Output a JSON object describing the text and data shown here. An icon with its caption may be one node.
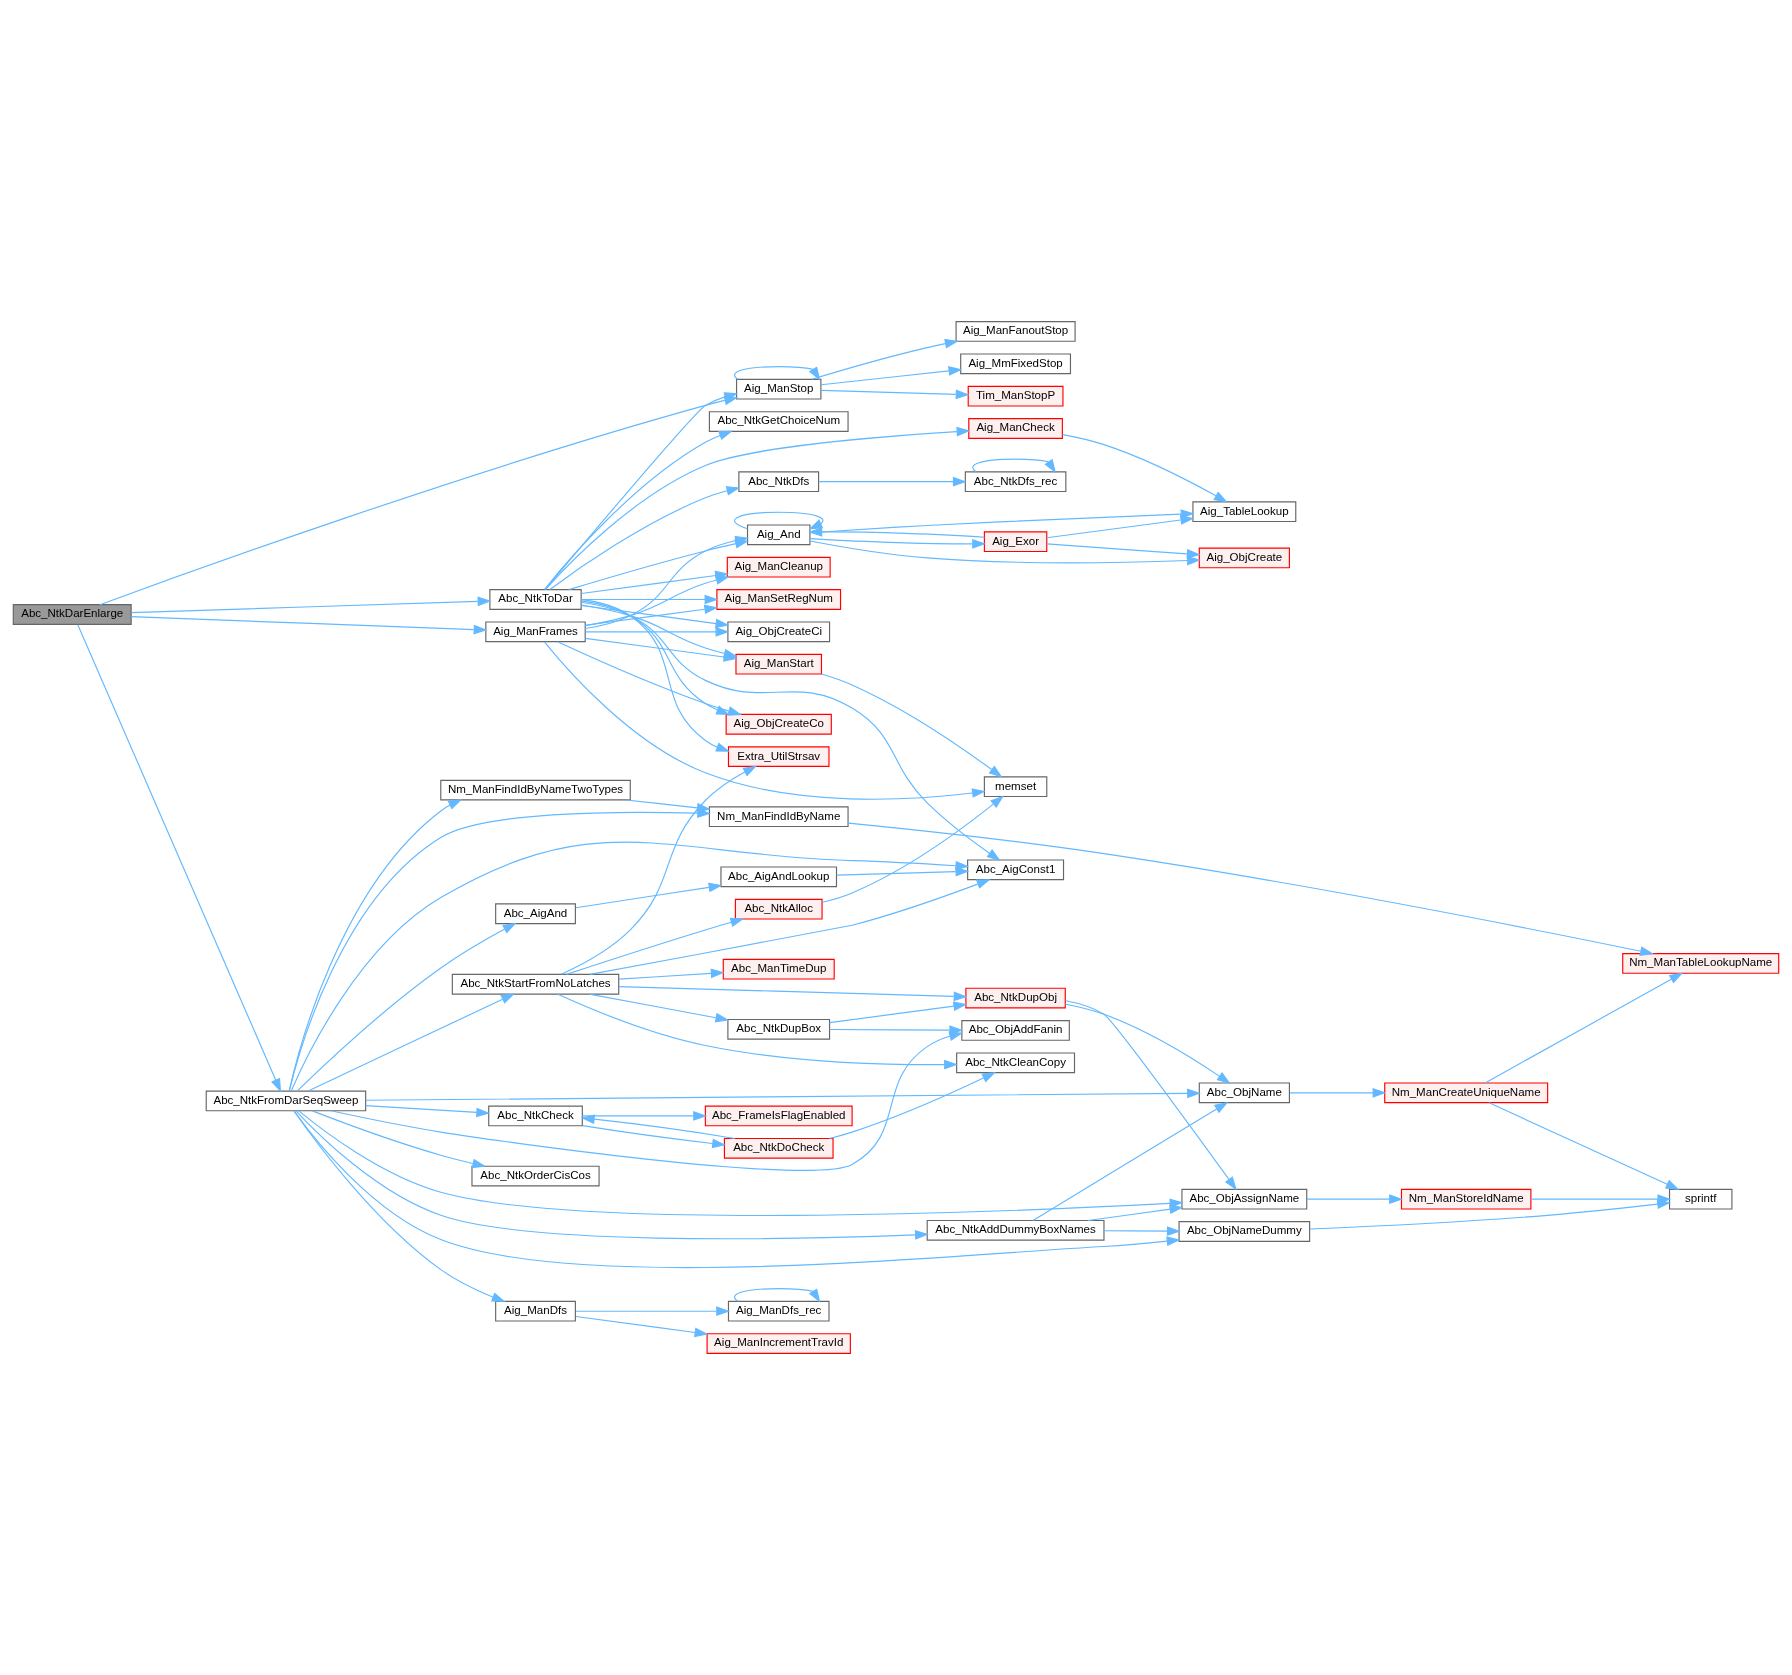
{
  "diagram": {
    "nodes": [
      {
        "text": [
          "Abc_NtkDarEnlarge"
        ]
      },
      {
        "text": [
          "Aig_ManStop"
        ]
      },
      {
        "text": [
          "Abc_NtkToDar"
        ]
      },
      {
        "text": [
          "Aig_ManFrames"
        ]
      },
      {
        "text": [
          "Abc_NtkFromDarSeqSweep"
        ]
      },
      {
        "text": [
          "Aig_ManFanoutStop"
        ]
      },
      {
        "text": [
          "Aig_MmFixedStop"
        ]
      },
      {
        "text": [
          "Tim_ManStopP"
        ]
      },
      {
        "text": [
          "Abc_NtkGetChoiceNum"
        ]
      },
      {
        "text": [
          "Aig_ManCheck"
        ]
      },
      {
        "text": [
          "Abc_NtkDfs"
        ]
      },
      {
        "text": [
          "Abc_NtkDfs_rec"
        ]
      },
      {
        "text": [
          "Aig_TableLookup"
        ]
      },
      {
        "text": [
          "Aig_And"
        ]
      },
      {
        "text": [
          "Aig_Exor"
        ]
      },
      {
        "text": [
          "Aig_ObjCreate"
        ]
      },
      {
        "text": [
          "Aig_ManCleanup"
        ]
      },
      {
        "text": [
          "Aig_ManSetRegNum"
        ]
      },
      {
        "text": [
          "Aig_ObjCreateCi"
        ]
      },
      {
        "text": [
          "Aig_ManStart"
        ]
      },
      {
        "text": [
          "Aig_ObjCreateCo"
        ]
      },
      {
        "text": [
          "memset"
        ]
      },
      {
        "text": [
          "Nm_ManFindIdByNameTwoTypes"
        ]
      },
      {
        "text": [
          "Nm_ManFindIdByName"
        ]
      },
      {
        "text": [
          "Extra_UtilStrsav"
        ]
      },
      {
        "text": [
          "Abc_NtkAlloc"
        ]
      },
      {
        "text": [
          "Abc_AigConst1"
        ]
      },
      {
        "text": [
          "Nm_ManTableLookupName"
        ]
      },
      {
        "text": [
          "Abc_AigAndLookup"
        ]
      },
      {
        "text": [
          "Abc_AigAnd"
        ]
      },
      {
        "text": [
          "Abc_NtkStartFromNoLatches"
        ]
      },
      {
        "text": [
          "Abc_ManTimeDup"
        ]
      },
      {
        "text": [
          "Abc_NtkDupBox"
        ]
      },
      {
        "text": [
          "Abc_NtkDupObj"
        ]
      },
      {
        "text": [
          "Abc_ObjName"
        ]
      },
      {
        "text": [
          "Nm_ManCreateUniqueName"
        ]
      },
      {
        "text": [
          "Abc_NtkCheck"
        ]
      },
      {
        "text": [
          "Abc_FrameIsFlagEnabled"
        ]
      },
      {
        "text": [
          "Abc_NtkCleanCopy"
        ]
      },
      {
        "text": [
          "Abc_NtkDoCheck"
        ]
      },
      {
        "text": [
          "Abc_ObjAddFanin"
        ]
      },
      {
        "text": [
          "Abc_NtkOrderCisCos"
        ]
      },
      {
        "text": [
          "Abc_ObjAssignName"
        ]
      },
      {
        "text": [
          "Nm_ManStoreIdName"
        ]
      },
      {
        "text": [
          "sprintf"
        ]
      },
      {
        "text": [
          "Abc_NtkAddDummyBoxNames"
        ]
      },
      {
        "text": [
          "Abc_ObjNameDummy"
        ]
      },
      {
        "text": [
          "Aig_ManDfs"
        ]
      },
      {
        "text": [
          "Aig_ManDfs_rec"
        ]
      },
      {
        "text": [
          "Aig_ManIncrementTravId"
        ]
      }
    ],
    "edges": [
      {
        "from": 0,
        "to": 1,
        "arrow": "to"
      },
      {
        "from": 0,
        "to": 2,
        "arrow": "to"
      },
      {
        "from": 0,
        "to": 3,
        "arrow": "to"
      },
      {
        "from": 0,
        "to": 4,
        "arrow": "to"
      },
      {
        "from": 1,
        "to": 1,
        "arrow": "to"
      },
      {
        "from": 1,
        "to": 5,
        "arrow": "to"
      },
      {
        "from": 1,
        "to": 6,
        "arrow": "to"
      },
      {
        "from": 1,
        "to": 7,
        "arrow": "to"
      },
      {
        "from": 2,
        "to": 1,
        "arrow": "to"
      },
      {
        "from": 2,
        "to": 8,
        "arrow": "to"
      },
      {
        "from": 2,
        "to": 9,
        "arrow": "to"
      },
      {
        "from": 2,
        "to": 10,
        "arrow": "to"
      },
      {
        "from": 2,
        "to": 13,
        "arrow": "to"
      },
      {
        "from": 2,
        "to": 26,
        "arrow": "to"
      },
      {
        "from": 2,
        "to": 16,
        "arrow": "to"
      },
      {
        "from": 2,
        "to": 17,
        "arrow": "to"
      },
      {
        "from": 2,
        "to": 18,
        "arrow": "to"
      },
      {
        "from": 2,
        "to": 19,
        "arrow": "to"
      },
      {
        "from": 2,
        "to": 20,
        "arrow": "to"
      },
      {
        "from": 2,
        "to": 24,
        "arrow": "to"
      },
      {
        "from": 9,
        "to": 12,
        "arrow": "to"
      },
      {
        "from": 10,
        "to": 11,
        "arrow": "to"
      },
      {
        "from": 11,
        "to": 11,
        "arrow": "to"
      },
      {
        "from": 13,
        "to": 13,
        "arrow": "to"
      },
      {
        "from": 13,
        "to": 12,
        "arrow": "to"
      },
      {
        "from": 13,
        "to": 14,
        "arrow": "to"
      },
      {
        "from": 13,
        "to": 15,
        "arrow": "to"
      },
      {
        "from": 14,
        "to": 13,
        "arrow": "to"
      },
      {
        "from": 14,
        "to": 12,
        "arrow": "to"
      },
      {
        "from": 14,
        "to": 15,
        "arrow": "to"
      },
      {
        "from": 3,
        "to": 13,
        "arrow": "to"
      },
      {
        "from": 3,
        "to": 16,
        "arrow": "to"
      },
      {
        "from": 3,
        "to": 17,
        "arrow": "to"
      },
      {
        "from": 3,
        "to": 18,
        "arrow": "to"
      },
      {
        "from": 3,
        "to": 19,
        "arrow": "to"
      },
      {
        "from": 3,
        "to": 20,
        "arrow": "to"
      },
      {
        "from": 3,
        "to": 21,
        "arrow": "to"
      },
      {
        "from": 19,
        "to": 21,
        "arrow": "to"
      },
      {
        "from": 4,
        "to": 23,
        "arrow": "to"
      },
      {
        "from": 4,
        "to": 22,
        "arrow": "to"
      },
      {
        "from": 4,
        "to": 34,
        "arrow": "to"
      },
      {
        "from": 4,
        "to": 26,
        "arrow": "to"
      },
      {
        "from": 4,
        "to": 29,
        "arrow": "to"
      },
      {
        "from": 4,
        "to": 30,
        "arrow": "to"
      },
      {
        "from": 4,
        "to": 36,
        "arrow": "to"
      },
      {
        "from": 4,
        "to": 41,
        "arrow": "to"
      },
      {
        "from": 4,
        "to": 40,
        "arrow": "to"
      },
      {
        "from": 4,
        "to": 42,
        "arrow": "to"
      },
      {
        "from": 4,
        "to": 45,
        "arrow": "to"
      },
      {
        "from": 4,
        "to": 47,
        "arrow": "to"
      },
      {
        "from": 4,
        "to": 46,
        "arrow": "to"
      },
      {
        "from": 22,
        "to": 23,
        "arrow": "to"
      },
      {
        "from": 23,
        "to": 27,
        "arrow": "to"
      },
      {
        "from": 25,
        "to": 21,
        "arrow": "to"
      },
      {
        "from": 28,
        "to": 26,
        "arrow": "to"
      },
      {
        "from": 29,
        "to": 28,
        "arrow": "to"
      },
      {
        "from": 30,
        "to": 24,
        "arrow": "to"
      },
      {
        "from": 30,
        "to": 25,
        "arrow": "to"
      },
      {
        "from": 30,
        "to": 26,
        "arrow": "to"
      },
      {
        "from": 30,
        "to": 33,
        "arrow": "to"
      },
      {
        "from": 30,
        "to": 31,
        "arrow": "to"
      },
      {
        "from": 30,
        "to": 32,
        "arrow": "to"
      },
      {
        "from": 30,
        "to": 38,
        "arrow": "to"
      },
      {
        "from": 32,
        "to": 33,
        "arrow": "to"
      },
      {
        "from": 32,
        "to": 40,
        "arrow": "to"
      },
      {
        "from": 33,
        "to": 34,
        "arrow": "to"
      },
      {
        "from": 33,
        "to": 42,
        "arrow": "to"
      },
      {
        "from": 34,
        "to": 35,
        "arrow": "to"
      },
      {
        "from": 35,
        "to": 27,
        "arrow": "to"
      },
      {
        "from": 35,
        "to": 44,
        "arrow": "to"
      },
      {
        "from": 36,
        "to": 37,
        "arrow": "to"
      },
      {
        "from": 36,
        "to": 39,
        "arrow": "to"
      },
      {
        "from": 39,
        "to": 36,
        "arrow": "to"
      },
      {
        "from": 39,
        "to": 38,
        "arrow": "to"
      },
      {
        "from": 42,
        "to": 43,
        "arrow": "to"
      },
      {
        "from": 43,
        "to": 44,
        "arrow": "to"
      },
      {
        "from": 45,
        "to": 34,
        "arrow": "to"
      },
      {
        "from": 45,
        "to": 42,
        "arrow": "to"
      },
      {
        "from": 45,
        "to": 46,
        "arrow": "to"
      },
      {
        "from": 46,
        "to": 44,
        "arrow": "to"
      },
      {
        "from": 47,
        "to": 48,
        "arrow": "to"
      },
      {
        "from": 47,
        "to": 49,
        "arrow": "to"
      },
      {
        "from": 48,
        "to": 48,
        "arrow": "to"
      }
    ]
  }
}
